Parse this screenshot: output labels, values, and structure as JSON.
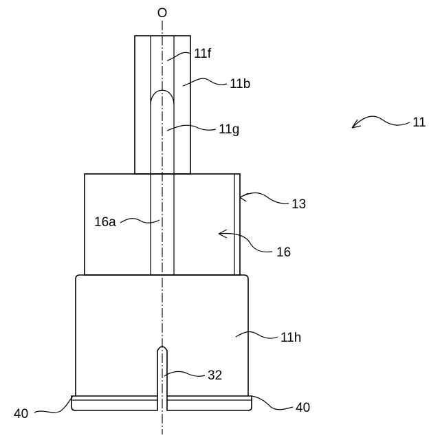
{
  "figure": {
    "axis_symbol": "O",
    "labels": {
      "l11f": "11f",
      "l11b": "11b",
      "l11g": "11g",
      "l11": "11",
      "l13": "13",
      "l16a": "16a",
      "l16": "16",
      "l11h": "11h",
      "l32": "32",
      "l40_left": "40",
      "l40_right": "40"
    }
  }
}
